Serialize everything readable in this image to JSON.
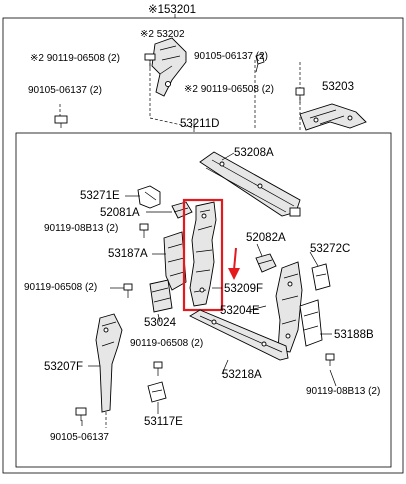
{
  "labels": {
    "top_assembly": "※153201",
    "p53202": "※2 53202",
    "bolt_top_left": "※2 90119-06508 (2)",
    "bolt_top_right": "90105-06137 (2)",
    "bolt_left": "90105-06137 (2)",
    "bolt_mid_right": "※2 90119-06508 (2)",
    "p53203": "53203",
    "p53211d": "53211D",
    "p53208a": "53208A",
    "p53271e": "53271E",
    "p52081a": "52081A",
    "bolt_08b13_left": "90119-08B13 (2)",
    "p53187a": "53187A",
    "p52082a": "52082A",
    "p53272c": "53272C",
    "bolt_06508_left": "90119-06508 (2)",
    "p53209f": "53209F",
    "p53204e": "53204E",
    "p53024": "53024",
    "p53188b": "53188B",
    "bolt_06508_bottom": "90119-06508 (2)",
    "p53207f": "53207F",
    "p53218a": "53218A",
    "bolt_08b13_right": "90119-08B13 (2)",
    "p53117e": "53117E",
    "bolt_bottom": "90105-06137"
  },
  "colors": {
    "line": "#000000",
    "highlight": "#e3191e",
    "background": "#ffffff"
  }
}
